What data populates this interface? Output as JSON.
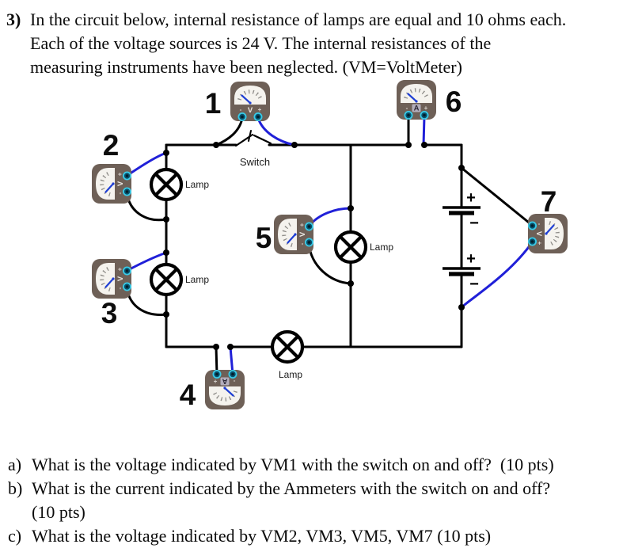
{
  "problem": {
    "number": "3)",
    "line1": "In the circuit below, internal resistance of lamps are equal and 10 ohms each.",
    "line2": "Each of the voltage sources is 24 V. The internal resistances of the",
    "line3": "measuring instruments have been neglected. (VM=VoltMeter)"
  },
  "questions": [
    {
      "label": "a)",
      "text": "What is the voltage indicated by VM1 with the switch on and off?  (10 pts)"
    },
    {
      "label": "b)",
      "text": "What is the current indicated by the Ammeters with the switch on and off?",
      "text2": "(10 pts)"
    },
    {
      "label": "c)",
      "text": "What is the voltage indicated by VM2, VM3, VM5, VM7 (10 pts)"
    }
  ],
  "diagram": {
    "meters": [
      {
        "number": "1",
        "face": "V"
      },
      {
        "number": "2",
        "face": "V"
      },
      {
        "number": "3",
        "face": "V"
      },
      {
        "number": "4",
        "face": "A"
      },
      {
        "number": "5",
        "face": "V"
      },
      {
        "number": "6",
        "face": "A"
      },
      {
        "number": "7",
        "face": "V"
      }
    ],
    "voltmeter_markings": {
      "minus": "-",
      "unit": "V",
      "plus": "+"
    },
    "ammeter_markings": {
      "minus": "-",
      "unit": "A",
      "plus": "+"
    },
    "switch_label": "Switch",
    "lamp_label": "Lamp",
    "battery": {
      "plus": "+",
      "minus": "−"
    },
    "colors": {
      "wire_black": "#000000",
      "wire_blue": "#2020d8",
      "meter_body": "#6e6057",
      "meter_dial": "#f5f3ee",
      "needle_blue": "#1f3fd4",
      "terminal_ring": "#38cbe8",
      "terminal_fill": "#07506b"
    }
  }
}
